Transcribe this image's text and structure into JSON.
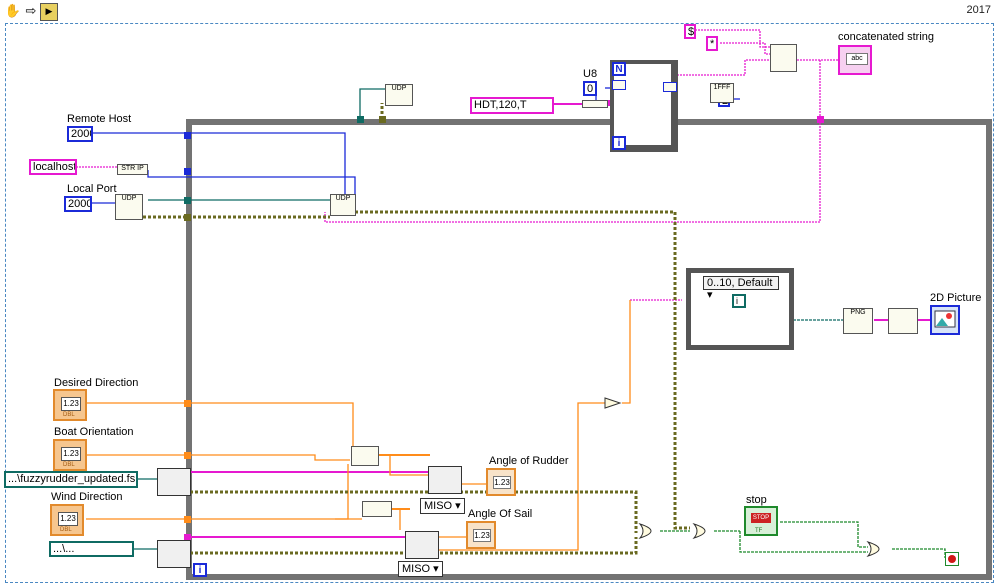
{
  "toolbar": {
    "hand_icon": "hand-icon",
    "arrow_icon": "run-arrow-icon",
    "vi_icon": "vi-icon",
    "version": "2017"
  },
  "controls": {
    "remote_host": {
      "label": "Remote Host",
      "value": "2000"
    },
    "localhost": {
      "value": "localhost"
    },
    "local_port": {
      "label": "Local Port",
      "value": "2000"
    },
    "desired_direction": {
      "label": "Desired Direction"
    },
    "boat_orientation": {
      "label": "Boat Orientation"
    },
    "wind_direction": {
      "label": "Wind Direction"
    },
    "fis_path": {
      "value": "...\\fuzzyrudder_updated.fs"
    },
    "fis_path2": {
      "value": "...\\..."
    },
    "hdt": {
      "value": "HDT,120,T"
    },
    "s_const": {
      "value": "$"
    },
    "star_const": {
      "value": "*"
    },
    "zero_const": {
      "value": "0"
    },
    "two_const": {
      "value": "2"
    }
  },
  "indicators": {
    "angle_rudder": {
      "label": "Angle of Rudder"
    },
    "angle_sail": {
      "label": "Angle Of Sail"
    },
    "concat": {
      "label": "concatenated string"
    },
    "picture": {
      "label": "2D Picture"
    },
    "stop": {
      "label": "stop"
    }
  },
  "nodes": {
    "u8_label": "U8",
    "str_ip": "STR IP",
    "udp": "UDP",
    "png": "PNG",
    "stop_text": "STOP",
    "tf_text": "TF",
    "dbl_text": "DBL",
    "num_text": "1.23",
    "abc_text": "abc",
    "fff_text": "1FFF",
    "for_n": "N",
    "for_i": "i",
    "loop_i": "i",
    "case_selector": "0..10, Default",
    "case_index": "i",
    "miso1": "MISO",
    "miso2": "MISO"
  },
  "colors": {
    "numeric_wire": "#1b2ad8",
    "string_wire": "#e619d0",
    "double_wire": "#ff8c1a",
    "path_wire": "#0f6b63",
    "boolean_wire": "#1f8a2c",
    "cluster_wire": "#3d3d1c",
    "loop_border": "#737373"
  }
}
